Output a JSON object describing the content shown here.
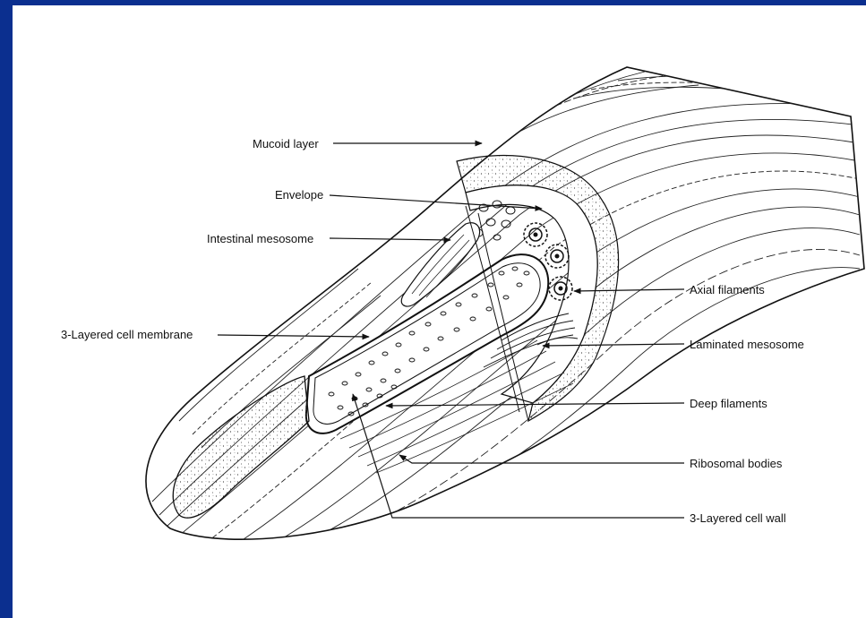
{
  "colors": {
    "frame": "#0b2f8f",
    "ink": "#111111",
    "background": "#ffffff"
  },
  "labels": {
    "mucoid_layer": "Mucoid layer",
    "envelope": "Envelope",
    "intestinal_mesosome": "Intestinal mesosome",
    "cell_membrane": "3-Layered cell membrane",
    "axial_filaments": "Axial filaments",
    "laminated_mesosome": "Laminated mesosome",
    "deep_filaments": "Deep filaments",
    "ribosomal_bodies": "Ribosomal bodies",
    "cell_wall": "3-Layered cell wall"
  }
}
